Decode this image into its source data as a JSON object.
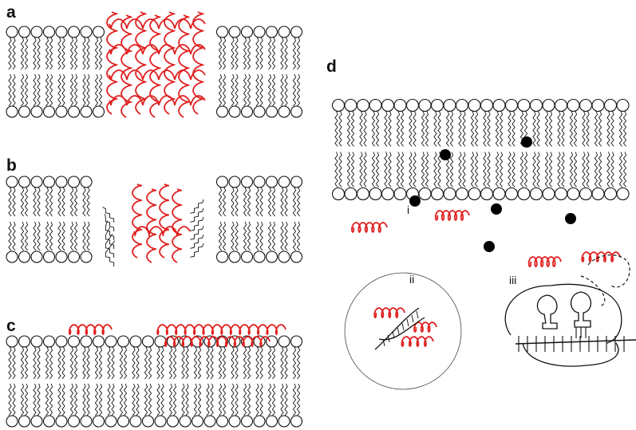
{
  "panels": {
    "a": "a",
    "b": "b",
    "c": "c",
    "d": "d"
  },
  "subpanels": {
    "i": "i",
    "ii": "ii",
    "iii": "iii"
  },
  "colors": {
    "peptide": "#e02020",
    "lipid": "#111111",
    "background": "#ffffff"
  }
}
